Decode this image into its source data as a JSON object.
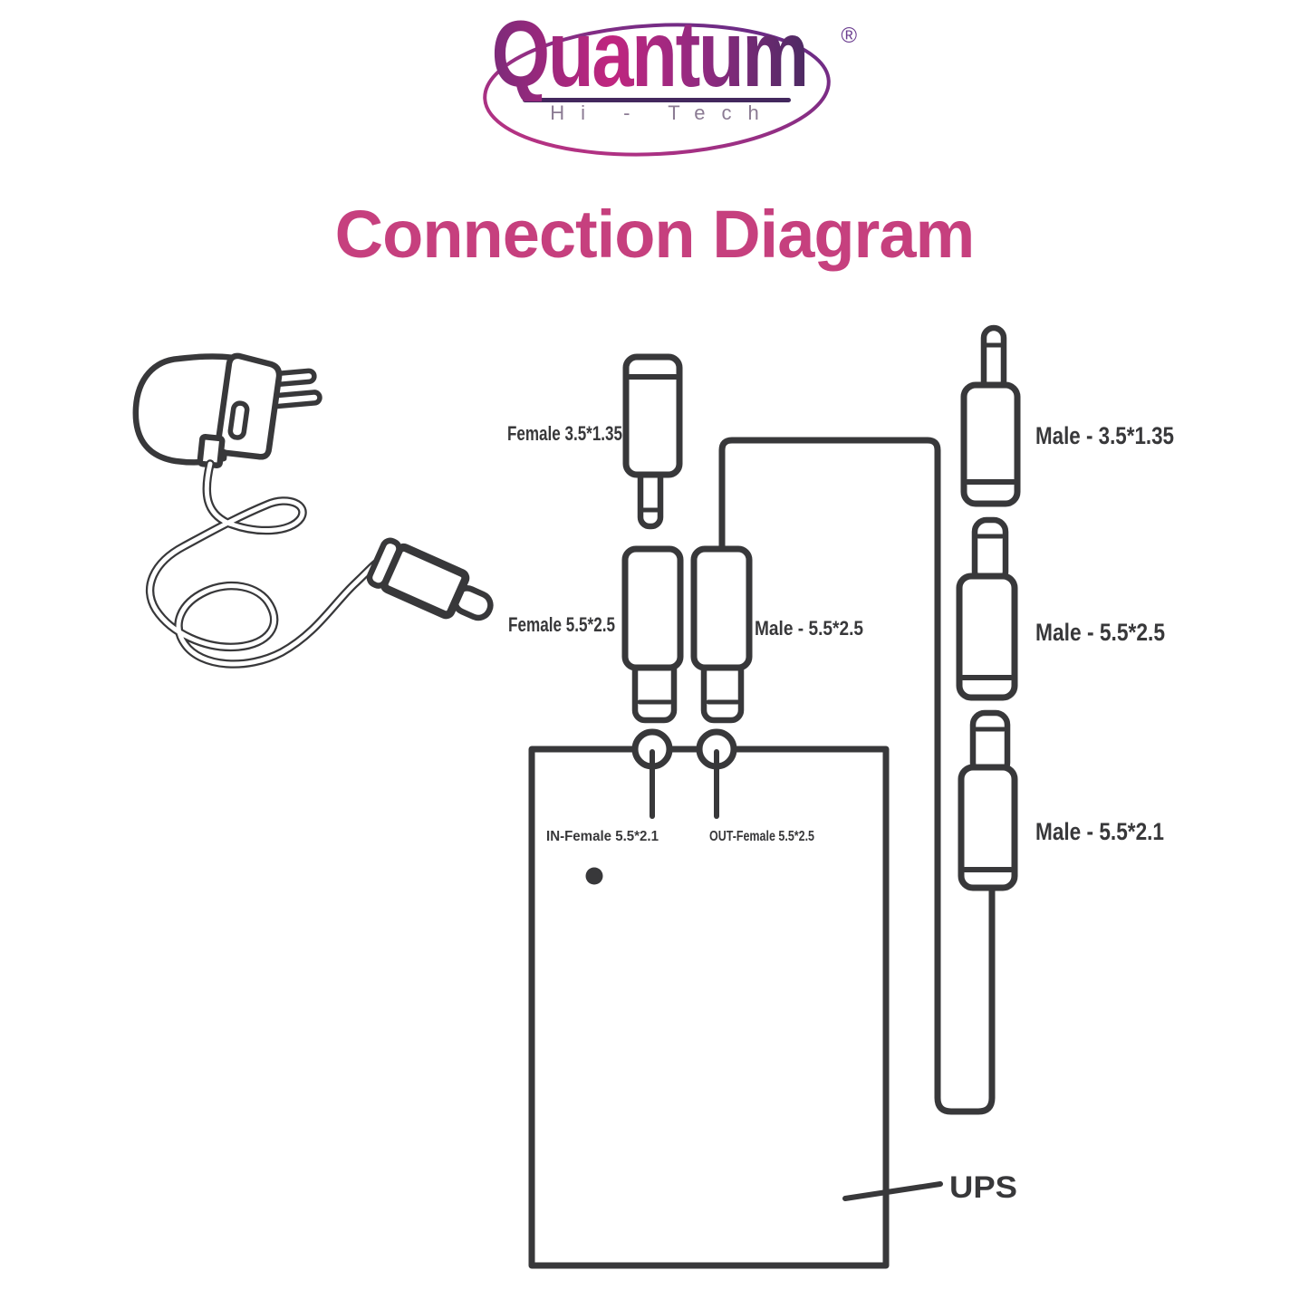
{
  "logo": {
    "brand": "Quantum",
    "registered": "®",
    "subtitle": "Hi - Tech"
  },
  "title": "Connection Diagram",
  "labels": {
    "female_3_5_1_35": "Female 3.5*1.35",
    "female_5_5_2_5": "Female 5.5*2.5",
    "male_5_5_2_5_mid": "Male - 5.5*2.5",
    "male_3_5_1_35": "Male - 3.5*1.35",
    "male_5_5_2_5": "Male - 5.5*2.5",
    "male_5_5_2_1": "Male - 5.5*2.1",
    "in_port": "IN-Female 5.5*2.1",
    "out_port": "OUT-Female 5.5*2.5",
    "ups": "UPS"
  },
  "colors": {
    "line": "#38383a",
    "title": "#c6407e",
    "subtitle": "#8b7b93",
    "brand_a": "#7c2a7a",
    "brand_b": "#c0267f",
    "brand_c": "#8e2a80",
    "brand_d": "#4d2a63",
    "swoosh_a": "#c23382",
    "swoosh_b": "#5e2a86",
    "underline": "#43285e"
  }
}
